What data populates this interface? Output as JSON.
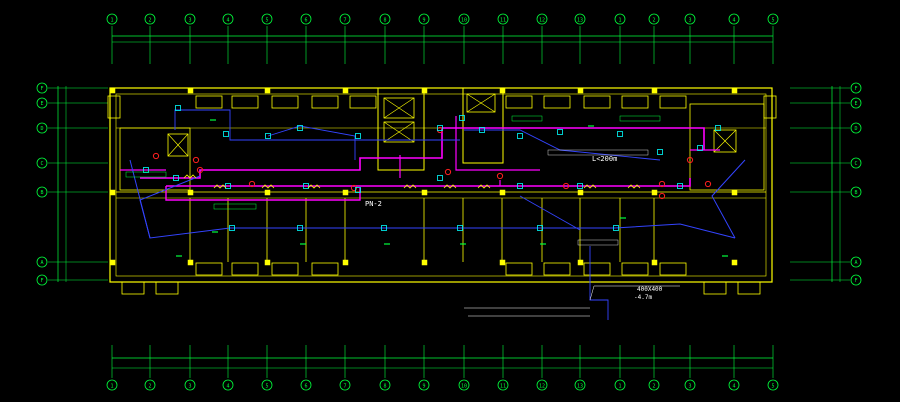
{
  "colors": {
    "grid": "#00ff3c",
    "wall": "#ffff00",
    "duct": "#ff00ff",
    "pipe": "#3344ff",
    "device": "#00ffff",
    "valve": "#ff2020",
    "text": "#ffffff",
    "bg": "#000000"
  },
  "axes_top": [
    "1",
    "2",
    "3",
    "4",
    "5",
    "6",
    "7",
    "8",
    "9",
    "10",
    "11",
    "12",
    "13"
  ],
  "axes_bottom": [
    "1",
    "2",
    "3",
    "4",
    "5",
    "6",
    "7",
    "8",
    "9",
    "10",
    "11",
    "12",
    "13"
  ],
  "axes_left": [
    "F",
    "E",
    "D",
    "C",
    "B",
    "A"
  ],
  "axes_right": [
    "F",
    "E",
    "D",
    "C",
    "B",
    "A"
  ],
  "labels": {
    "pn2": "PN-2",
    "length_note": "L<200m",
    "section_note": "400X400",
    "elev_note": "-4.7m"
  },
  "symbols": {
    "red_marker": "valve-icon",
    "cyan_marker": "diffuser-icon",
    "equipment_box": "fan-unit-icon"
  }
}
